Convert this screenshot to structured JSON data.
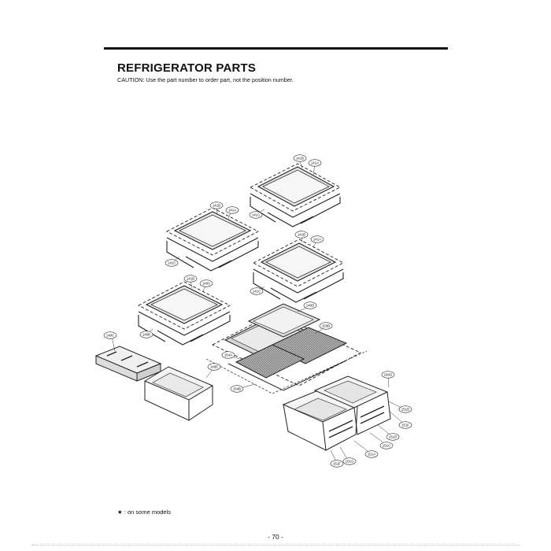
{
  "page": {
    "title": "REFRIGERATOR PARTS",
    "caution": "CAUTION: Use the part number to order part, not the position number.",
    "footnote": "★ : on some models",
    "page_number": "- 70 -"
  },
  "parts": {
    "s1_b": "141B",
    "s1_a": "141A",
    "s1_c": "141C",
    "s2_b": "141B",
    "s2_a": "141A",
    "s2_c": "141C",
    "s3_b": "141B",
    "s3_a": "141A",
    "s3_c": "141C",
    "s4_b": "141B",
    "s4_a": "140A",
    "s4_c": "140B",
    "cover": "140D",
    "panel": "150B",
    "frame": "154A",
    "frame_b": "154B",
    "rail": "140C",
    "tray": "140E",
    "d_top": "160G",
    "d_r1": "151D",
    "d_r2": "151F",
    "d_r3": "151D",
    "d_r4": "151C",
    "d_r5": "151A",
    "d_b1": "151F",
    "d_b2": "151G"
  }
}
